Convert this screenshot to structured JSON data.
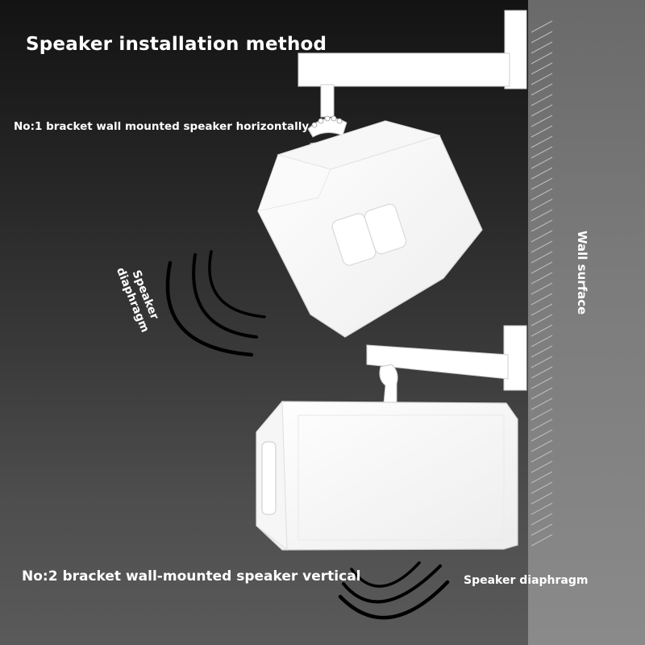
{
  "title": "Speaker installation method",
  "method_1": {
    "caption": "No:1 bracket wall mounted speaker horizontally",
    "diaphragm_label_line1": "Speaker",
    "diaphragm_label_line2": "diaphragm"
  },
  "method_2": {
    "caption": "No:2 bracket wall-mounted speaker vertical",
    "diaphragm_label": "Speaker diaphragm"
  },
  "wall_label": "Wall surface",
  "colors": {
    "background_top": "#131313",
    "background_bottom": "#5a5a5a",
    "wall": "#7c7c7c",
    "speaker": "#ffffff",
    "sound_wave": "#000000",
    "text": "#ffffff"
  }
}
